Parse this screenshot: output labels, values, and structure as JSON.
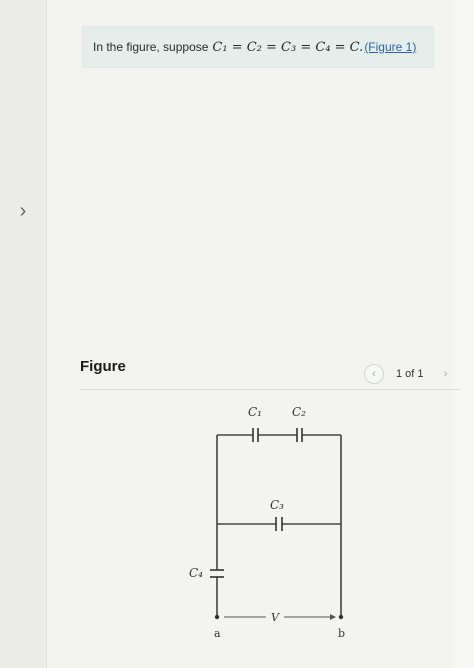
{
  "nav": {
    "prev_icon": "chevron-right-icon",
    "chevron_glyph": "›"
  },
  "problem": {
    "prefix": "In the figure, suppose",
    "equation": "C₁ = C₂ = C₃ = C₄ = C.",
    "link": "(Figure 1)",
    "suffix": ""
  },
  "figure": {
    "title": "Figure",
    "pager": {
      "prev": "‹",
      "count": "1 of 1",
      "next": "›"
    },
    "labels": {
      "c1": "C₁",
      "c2": "C₂",
      "c3": "C₃",
      "c4": "C₄",
      "a": "a",
      "b": "b",
      "v": "V"
    }
  },
  "colors": {
    "link": "#2b62b0",
    "wire": "#444444",
    "box": "#e6eeeb"
  }
}
